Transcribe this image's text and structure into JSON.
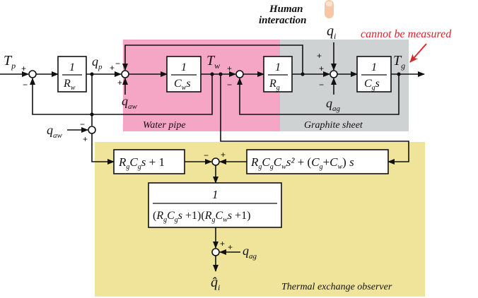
{
  "regions": {
    "water_pipe": "Water pipe",
    "graphite_sheet": "Graphite sheet",
    "observer": "Thermal exchange observer"
  },
  "annotation": {
    "line1": "Human",
    "line2": "interaction",
    "not_measured": "cannot be measured"
  },
  "signals": {
    "Tp": "T",
    "Tp_sub": "p",
    "qp": "q",
    "qp_sub": "p",
    "Tw": "T",
    "Tw_sub": "w",
    "Tg": "T",
    "Tg_sub": "g",
    "qi": "q",
    "qi_sub": "i",
    "qaw": "q",
    "qaw_sub": "aw",
    "qag": "q",
    "qag_sub": "ag",
    "qi_hat": "q̂",
    "qi_hat_sub": "i"
  },
  "blocks": {
    "one": "1",
    "Rw": "R",
    "Rw_sub": "w",
    "Cw": "C",
    "Cw_sub": "w",
    "s": "s",
    "Rg": "R",
    "Rg_sub": "g",
    "Cg": "C",
    "Cg_sub": "g",
    "RgCg1": "R g C g s + 1",
    "poly": "R g C g C w s² + (C g + C w ) s",
    "den": "(R g C g s +1)(R g C w s +1)"
  },
  "colors": {
    "water_pipe": "#f4a6c4",
    "graphite_sheet": "#cfd2d2",
    "observer": "#efe49a",
    "annotation": "#d8252a"
  }
}
